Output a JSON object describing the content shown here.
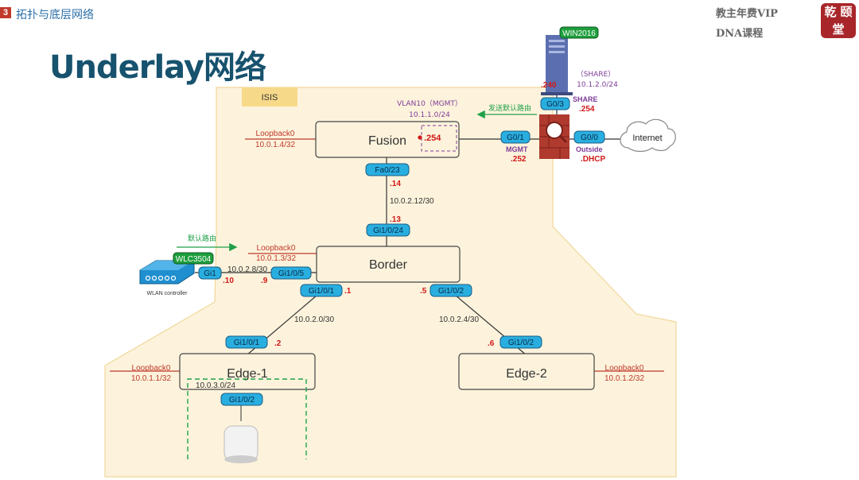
{
  "header": {
    "section_number": "3",
    "section_title": "拓扑与底层网络",
    "vip_line1": "教主年费VIP",
    "vip_line2": "DNA课程",
    "seal_text": "乾 颐 堂"
  },
  "title": "Underlay网络",
  "region_label": "ISIS",
  "devices": {
    "fusion": "Fusion",
    "border": "Border",
    "edge1": "Edge-1",
    "edge2": "Edge-2",
    "internet": "Internet",
    "wlc_badge": "WLC3504",
    "wlc_caption": "WLAN controller",
    "server_badge": "WIN2016"
  },
  "interfaces": {
    "fusion_fa": "Fa0/23",
    "fusion_g01": "G0/1",
    "fw_g03": "G0/3",
    "fw_g00": "G0/0",
    "border_uplink": "Gi1/0/24",
    "border_wlc": "Gi1/0/5",
    "border_e1": "Gi1/0/1",
    "border_e2": "Gi1/0/2",
    "wlc_gi1": "Gi1",
    "edge1_up": "Gi1/0/1",
    "edge2_up": "Gi1/0/2",
    "edge1_down": "Gi1/0/2"
  },
  "loopbacks": {
    "label": "Loopback0",
    "fusion": "10.0.1.4/32",
    "border": "10.0.1.3/32",
    "edge1": "10.0.1.1/32",
    "edge2": "10.0.1.2/32"
  },
  "subnets": {
    "fusion_border": "10.0.2.12/30",
    "border_wlc": "10.0.2.8/30",
    "border_edge1": "10.0.2.0/30",
    "border_edge2": "10.0.2.4/30",
    "edge1_access": "10.0.3.0/24",
    "vlan10": "VLAN10（MGMT）",
    "vlan10_net": "10.1.1.0/24",
    "share": "（SHARE）",
    "share_net": "10.1.2.0/24"
  },
  "addresses": {
    "fusion_254": ".254",
    "fusion_14": ".14",
    "border_13": ".13",
    "wlc_10": ".10",
    "border_9": ".9",
    "border_1": ".1",
    "border_5": ".5",
    "edge1_2": ".2",
    "edge2_6": ".6",
    "server_240": ".240",
    "share_254": ".254",
    "mgmt_252": ".252",
    "share_word": "SHARE",
    "mgmt_word": "MGMT",
    "outside_word": "Outside",
    "dhcp_word": ".DHCP"
  },
  "notes": {
    "send_default": "发送默认路由",
    "default_route": "默认路由"
  },
  "colors": {
    "title": "#17526e",
    "region_fill": "#fdf3dc",
    "region_stroke": "#f0d79a",
    "isis_tag": "#f7d98a",
    "port_fill": "#29aee0",
    "port_stroke": "#1a5e86",
    "badge_green": "#1e9e3c",
    "loopback_red": "#c0392b",
    "address_red": "#d01818",
    "purple": "#7d3c98",
    "arrow_green": "#21a04a",
    "firewall_red": "#b03a2e",
    "server_blue": "#5b6fb0"
  }
}
